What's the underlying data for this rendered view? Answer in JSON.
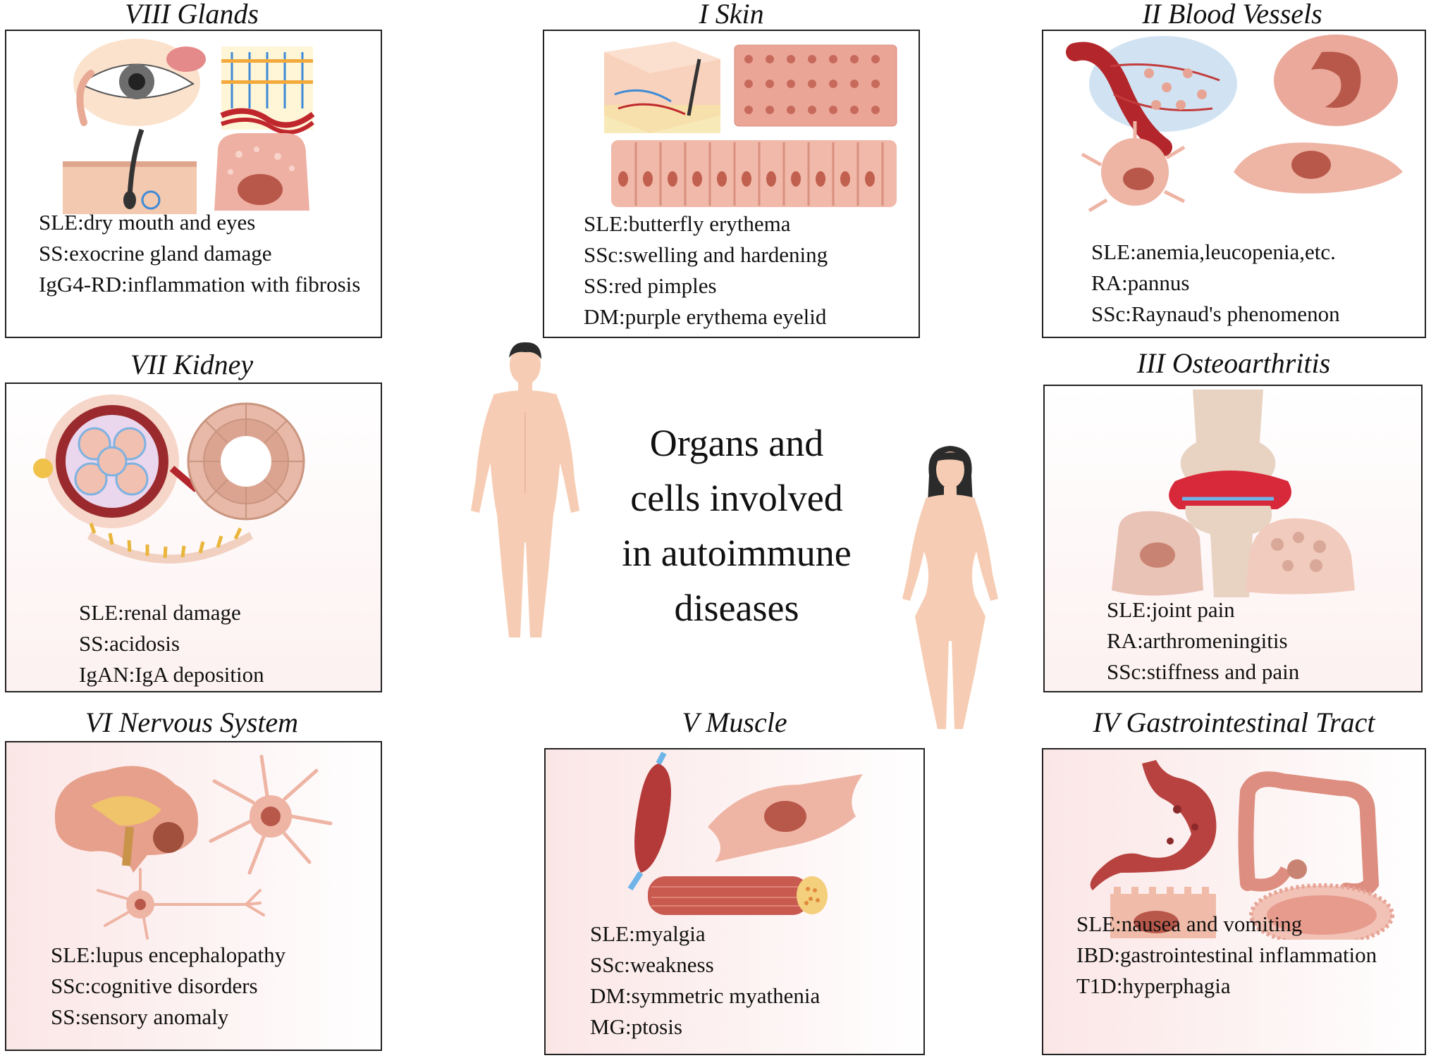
{
  "center_title": [
    "Organs and",
    "cells involved",
    "in autoimmune",
    "diseases"
  ],
  "panels": {
    "glands": {
      "title": "VIII Glands",
      "lines": [
        "SLE:dry mouth and eyes",
        "SS:exocrine gland damage",
        "IgG4-RD:inflammation with fibrosis"
      ]
    },
    "skin": {
      "title": "I Skin",
      "lines": [
        "SLE:butterfly erythema",
        "SSc:swelling and hardening",
        "SS:red pimples",
        "DM:purple erythema eyelid"
      ]
    },
    "blood": {
      "title": "II Blood Vessels",
      "lines": [
        "SLE:anemia,leucopenia,etc.",
        "RA:pannus",
        "SSc:Raynaud's phenomenon"
      ]
    },
    "kidney": {
      "title": "VII Kidney",
      "lines": [
        "SLE:renal damage",
        "SS:acidosis",
        "IgAN:IgA deposition"
      ]
    },
    "osteo": {
      "title": "III Osteoarthritis",
      "lines": [
        "SLE:joint pain",
        "RA:arthromeningitis",
        "SSc:stiffness and pain"
      ]
    },
    "nervous": {
      "title": "VI Nervous System",
      "lines": [
        "SLE:lupus encephalopathy",
        "SSc:cognitive disorders",
        "SS:sensory anomaly"
      ]
    },
    "muscle": {
      "title": "V Muscle",
      "lines": [
        "SLE:myalgia",
        "SSc:weakness",
        "DM:symmetric myathenia",
        "MG:ptosis"
      ]
    },
    "gi": {
      "title": "IV Gastrointestinal Tract",
      "lines": [
        "SLE:nausea and vomiting",
        "IBD:gastrointestinal inflammation",
        "T1D:hyperphagia"
      ]
    }
  },
  "colors": {
    "skin_tone": "#f6cdb4",
    "cell": "#e9a99a",
    "nucleus": "#b8584a",
    "vessel": "#b3262b",
    "hair": "#2b2b2b",
    "border": "#222222"
  }
}
